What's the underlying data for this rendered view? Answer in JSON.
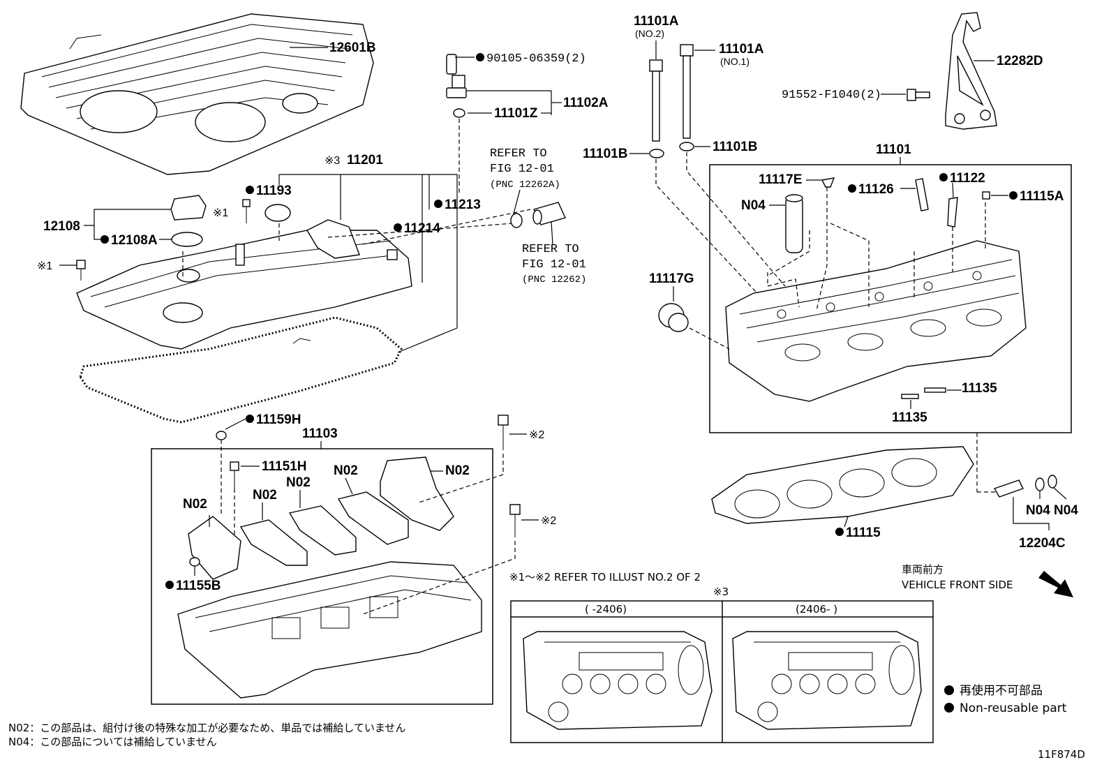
{
  "labels": {
    "p12601B": "12601B",
    "p90105": "90105-06359(2)",
    "p11102A": "11102A",
    "p11101Z": "11101Z",
    "p11201": "11201",
    "p11201_mark": "※3",
    "p11193": "11193",
    "p12108": "12108",
    "p12108A": "12108A",
    "p11213": "11213",
    "p11214": "11214",
    "mark1a": "※1",
    "mark1b": "※1",
    "refer1_a": "REFER TO",
    "refer1_b": "FIG 12-01",
    "refer1_c": "(PNC 12262A)",
    "refer2_a": "REFER TO",
    "refer2_b": "FIG 12-01",
    "refer2_c": "(PNC 12262)",
    "p11101A_no2": "11101A",
    "p11101A_no2_sub": "(NO.2)",
    "p11101A_no1": "11101A",
    "p11101A_no1_sub": "(NO.1)",
    "p11101B_left": "11101B",
    "p11101B_right": "11101B",
    "p12282D": "12282D",
    "p91552": "91552-F1040(2)",
    "p11101": "11101",
    "p11117E": "11117E",
    "p11126": "11126",
    "p11122": "11122",
    "p11115A": "11115A",
    "pN04_top": "N04",
    "p11117G": "11117G",
    "p11135_a": "11135",
    "p11135_b": "11135",
    "p11115": "11115",
    "pN04_a": "N04",
    "pN04_b": "N04",
    "p12204C": "12204C",
    "p11159H": "11159H",
    "p11103": "11103",
    "p11151H": "11151H",
    "pN02_1": "N02",
    "pN02_2": "N02",
    "pN02_3": "N02",
    "pN02_4": "N02",
    "pN02_5": "N02",
    "p11155B": "11155B",
    "mark2a": "※2",
    "mark2b": "※2"
  },
  "notes": {
    "refer_illust": "※1～※2  REFER TO ILLUST NO.2 OF 2",
    "mark3": "※3",
    "col_left": "(      -2406)",
    "col_right": "(2406-      )",
    "front_jp": "車両前方",
    "front_en": "VEHICLE FRONT SIDE",
    "legend_jp": "再使用不可部品",
    "legend_en": "Non-reusable part",
    "n02_note": "N02：この部品は、組付け後の特殊な加工が必要なため、単品では補給していません",
    "n04_note": "N04：この部品については補給していません",
    "figure_code": "11F874D"
  },
  "non_reusable_marker": "filled-circle"
}
